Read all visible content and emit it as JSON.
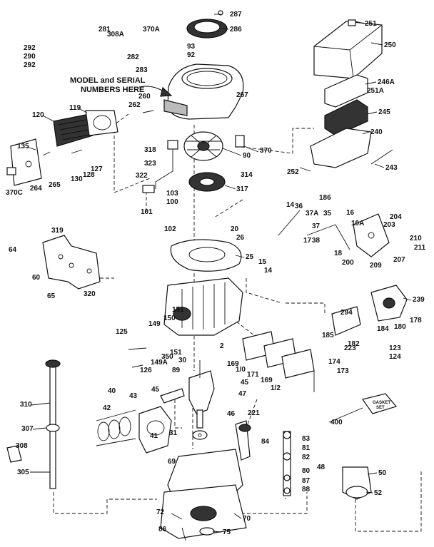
{
  "labels": {
    "l287": "287",
    "l286": "286",
    "l281": "281",
    "l308A": "308A",
    "l370A": "370A",
    "l93": "93",
    "l92": "92",
    "l282": "282",
    "l283": "283",
    "l251": "251",
    "l250": "250",
    "l292a": "292",
    "l290": "290",
    "l292b": "292",
    "l246A": "246A",
    "l251A": "251A",
    "l260": "260",
    "l262": "262",
    "l267": "267",
    "l245": "245",
    "l240": "240",
    "l120": "120",
    "l119": "119",
    "l135": "135",
    "l127": "127",
    "l128": "128",
    "l130": "130",
    "l265": "265",
    "l264": "264",
    "l370C": "370C",
    "l318": "318",
    "l90": "90",
    "l370": "370",
    "l323": "323",
    "l322": "322",
    "l314": "314",
    "l317": "317",
    "l252": "252",
    "l243": "243",
    "l103": "103",
    "l100": "100",
    "l101": "101",
    "l102": "102",
    "l186": "186",
    "l14": "14",
    "l36": "36",
    "l37A": "37A",
    "l35": "35",
    "l16": "16",
    "l204": "204",
    "l203": "203",
    "l19A": "19A",
    "l37": "37",
    "l38": "38",
    "l17": "17",
    "l210": "210",
    "l211": "211",
    "l18": "18",
    "l200": "200",
    "l209": "209",
    "l207": "207",
    "l20": "20",
    "l26": "26",
    "l319": "319",
    "l64": "64",
    "l60": "60",
    "l65": "65",
    "l320": "320",
    "l25": "25",
    "l15": "15",
    "l14b": "14",
    "l239": "239",
    "l294": "294",
    "l178": "178",
    "l180": "180",
    "l184": "184",
    "l185": "185",
    "l182": "182",
    "l223": "223",
    "l123": "123",
    "l124": "124",
    "l151a": "151",
    "l150": "150",
    "l149": "149",
    "l125": "125",
    "l2": "2",
    "l149A": "149A",
    "l350": "350",
    "l151b": "151",
    "l126": "126",
    "l30": "30",
    "l89": "89",
    "l169a": "169",
    "l170": "1/0",
    "l171": "171",
    "l169b": "169",
    "l172": "1/2",
    "l174": "174",
    "l173": "173",
    "l40": "40",
    "l43": "43",
    "l45a": "45",
    "l45b": "45",
    "l47": "47",
    "l42": "42",
    "l46": "46",
    "l221": "221",
    "l41": "41",
    "l310": "310",
    "l307": "307",
    "l308": "308",
    "l305": "305",
    "l400": "400",
    "l31": "31",
    "l84": "84",
    "l83": "83",
    "l81": "81",
    "l82": "82",
    "l69": "69",
    "l48": "48",
    "l50": "50",
    "l80": "80",
    "l87": "87",
    "l88": "88",
    "l52": "52",
    "l72": "72",
    "l70": "70",
    "l86": "86",
    "l75": "75"
  },
  "annotation": {
    "line1": "MODEL and SERIAL",
    "line2": "NUMBERS HERE"
  },
  "gasket_set_box": {
    "line1": "GASKET",
    "line2": "SET"
  }
}
